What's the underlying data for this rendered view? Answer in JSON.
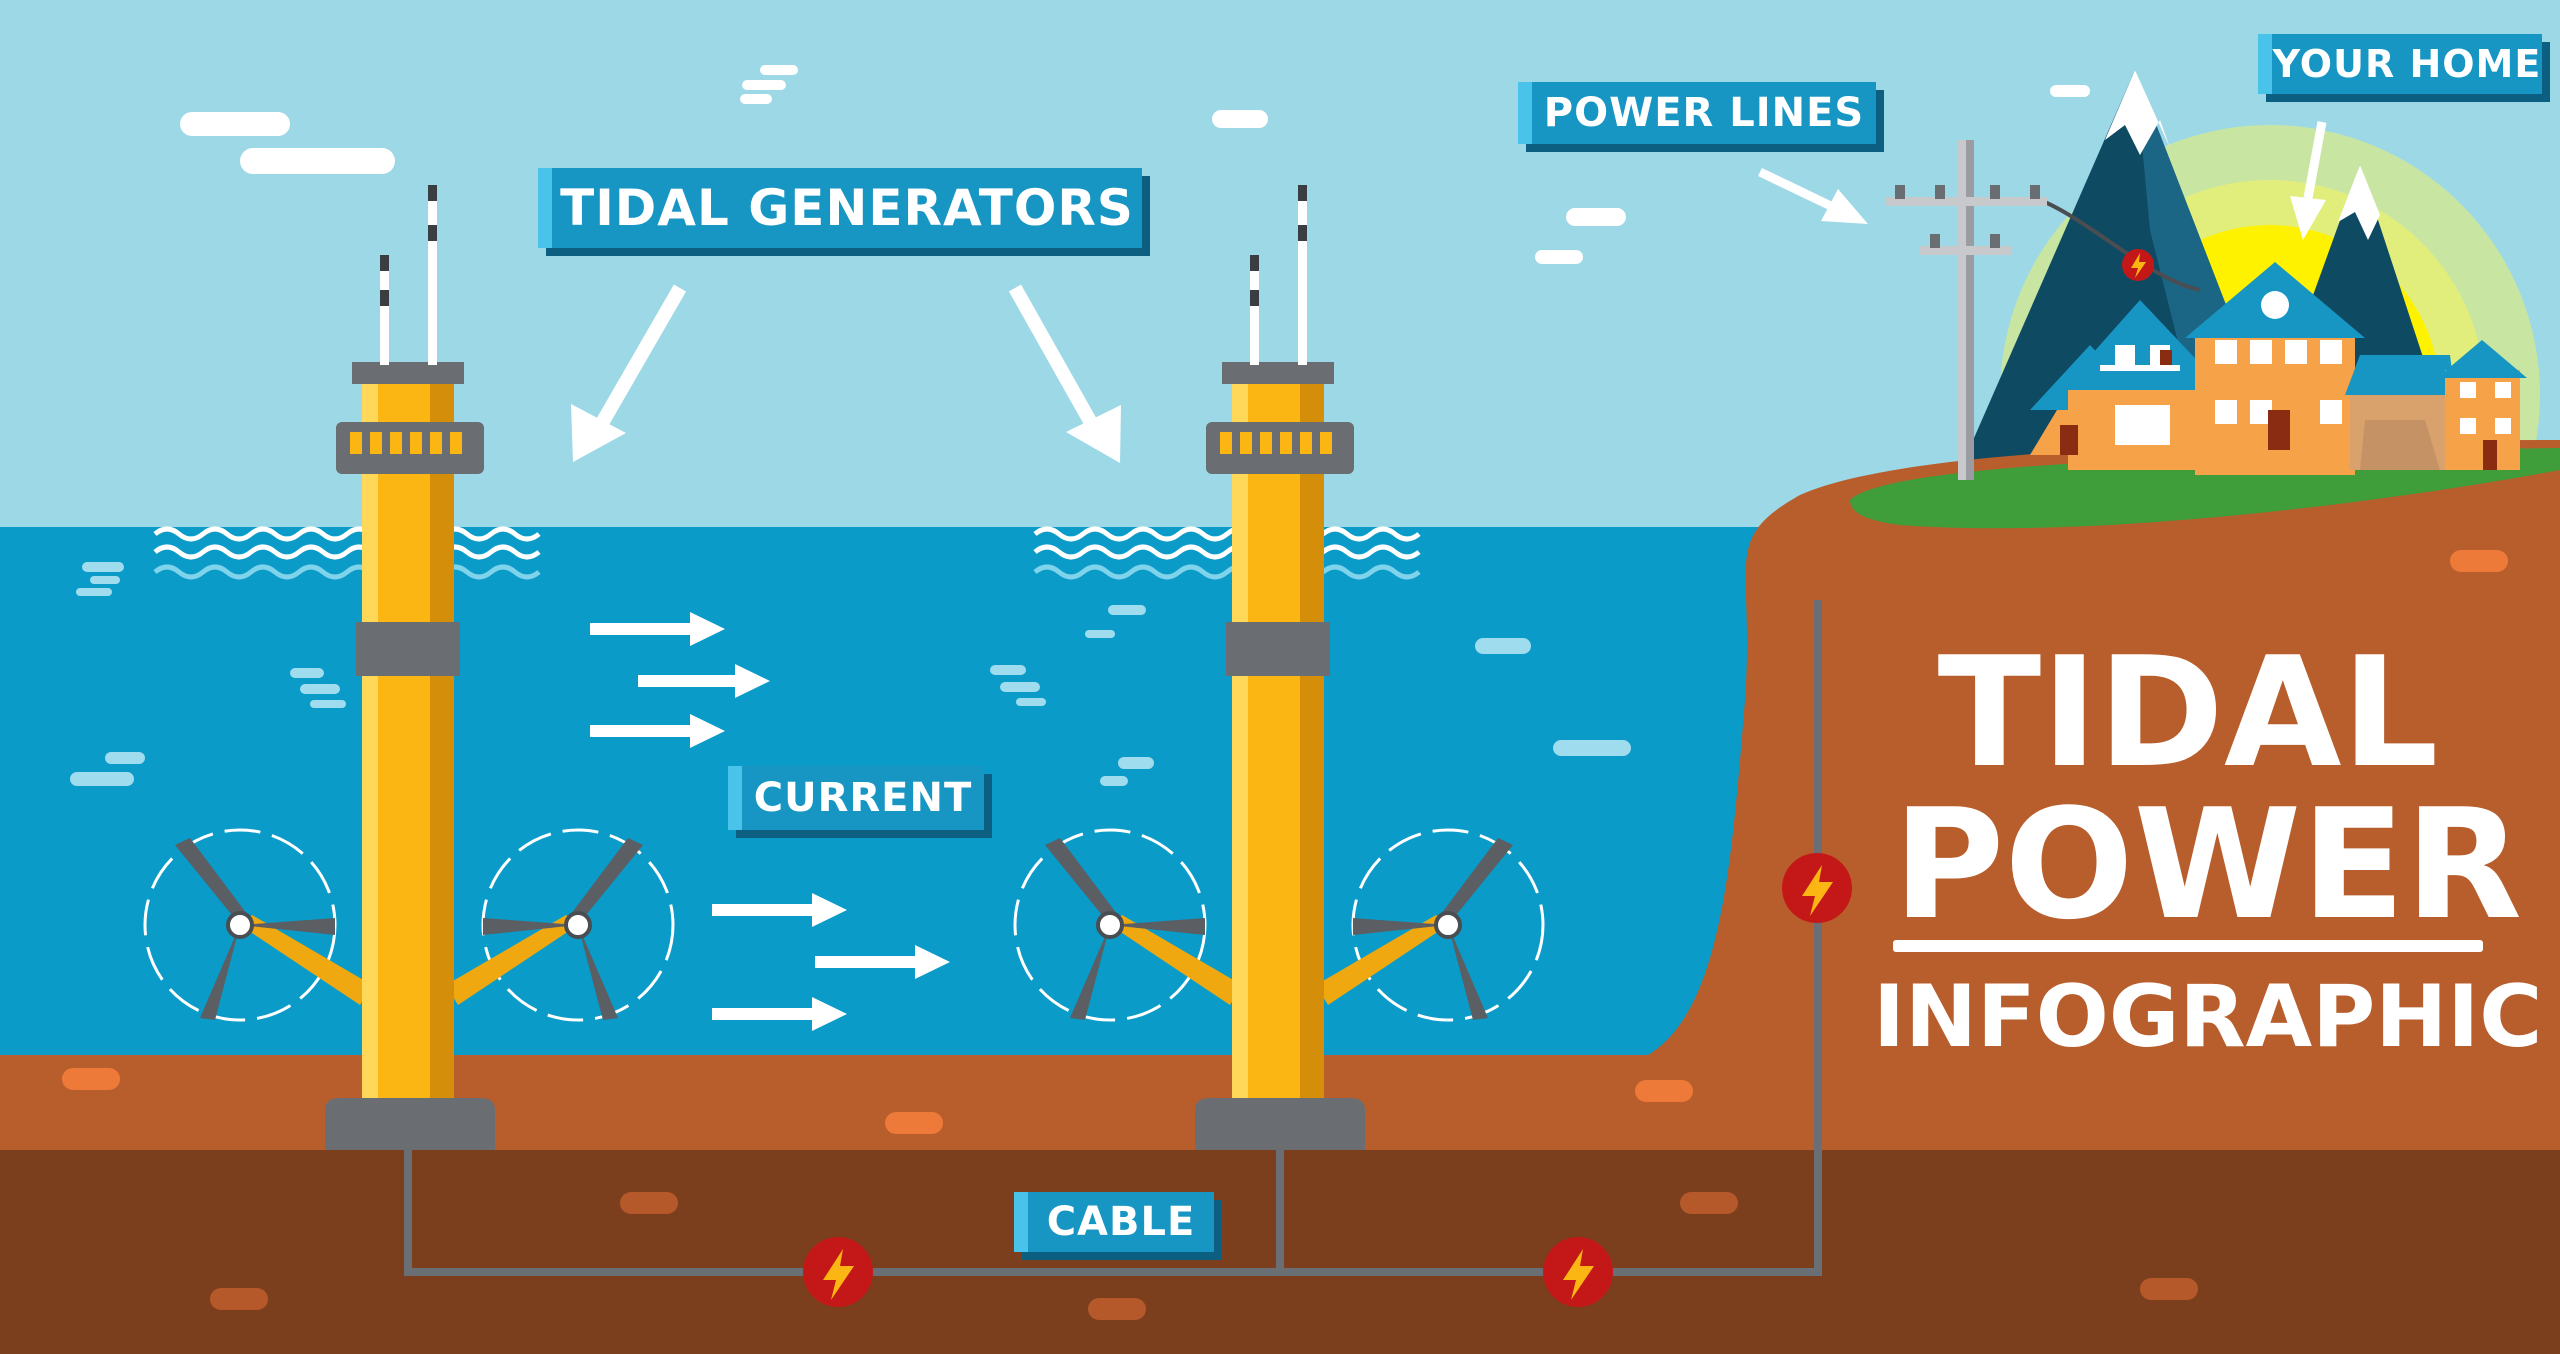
{
  "title": {
    "line1": "TIDAL",
    "line2": "POWER",
    "line3": "INFOGRAPHIC"
  },
  "labels": {
    "tidal_generators": "TIDAL GENERATORS",
    "power_lines": "POWER LINES",
    "your_home": "YOUR HOME",
    "current": "CURRENT",
    "cable": "CABLE"
  },
  "colors": {
    "sky": "#9dd8e6",
    "sea": "#0a9bc8",
    "land": "#b85e2c",
    "underground": "#7c3f1e",
    "generator": "#fbb614",
    "label_bg": "#1796c4",
    "energy_badge": "#c41818",
    "sun": "#fff200",
    "grass": "#3f9d3a"
  },
  "icons": [
    "lightning-icon",
    "arrow-icon",
    "turbine-icon",
    "house-icon",
    "mountain-icon",
    "utility-pole-icon",
    "sun-icon",
    "cloud-icon",
    "wave-icon"
  ]
}
